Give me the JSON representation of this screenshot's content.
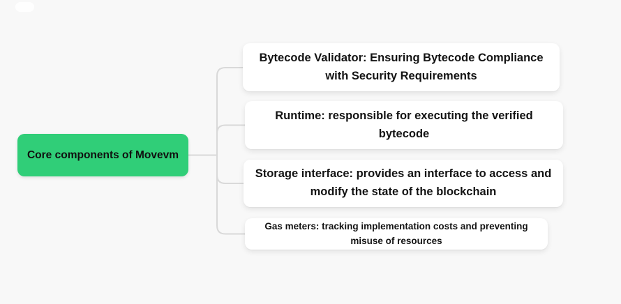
{
  "mindmap": {
    "root": {
      "label": "Core components of Movevm",
      "children": [
        {
          "label": "Bytecode Validator: Ensuring Bytecode Compliance with Security Requirements"
        },
        {
          "label": "Runtime: responsible for executing the verified bytecode"
        },
        {
          "label": "Storage interface: provides an interface to access and modify the state of the blockchain"
        },
        {
          "label": "Gas meters: tracking implementation costs and preventing misuse of resources"
        }
      ]
    }
  },
  "colors": {
    "canvas_bg": "#f8f8f8",
    "root_node_bg": "#30ce78",
    "child_node_bg": "#ffffff",
    "node_text": "#131313",
    "connector": "#d9d9d9"
  }
}
